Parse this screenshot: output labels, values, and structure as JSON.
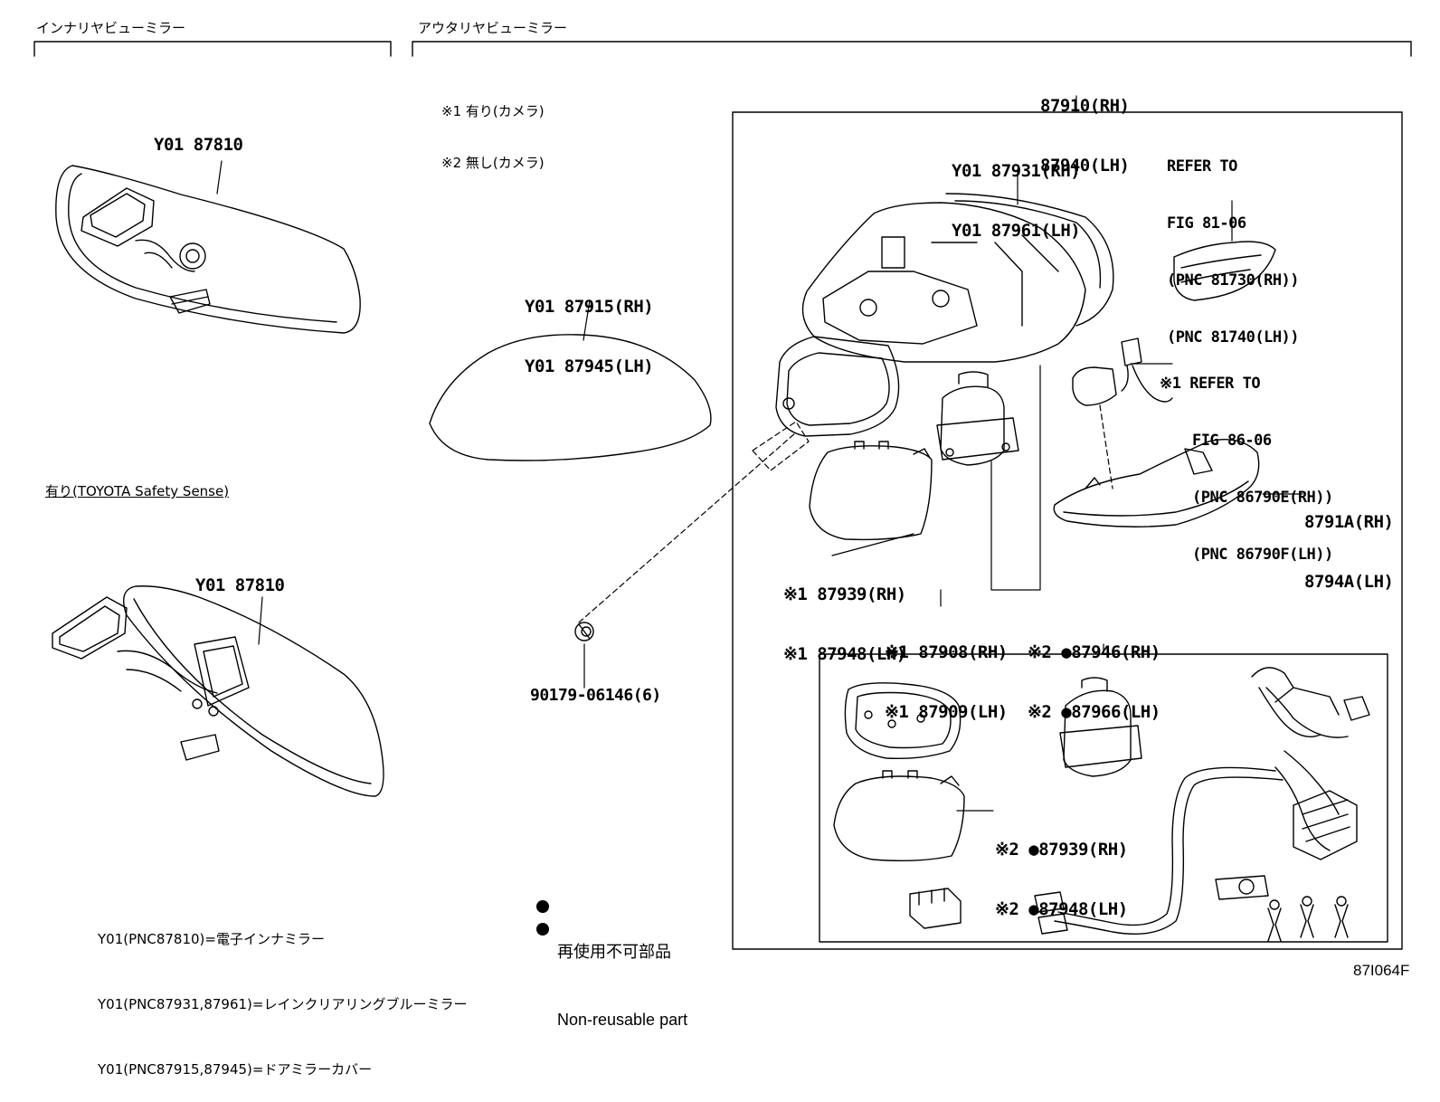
{
  "headers": {
    "inner": "インナリヤビューミラー",
    "outer": "アウタリヤビューミラー"
  },
  "camera_notes": [
    "※1 有り(カメラ)",
    "※2 無し(カメラ)"
  ],
  "safety_sense_label": "有り(TOYOTA Safety Sense)",
  "part_labels": {
    "inner_mirror_top": "Y01 87810",
    "inner_mirror_bottom": "Y01 87810",
    "mirror_cover": [
      "Y01 87915(RH)",
      "Y01 87945(LH)"
    ],
    "outer_assy": [
      "87910(RH)",
      "87940(LH)"
    ],
    "mirror_body": [
      "Y01 87931(RH)",
      "Y01 87961(LH)"
    ],
    "refer_fig_81": [
      "REFER TO",
      "FIG 81-06",
      "(PNC 81730(RH))",
      "(PNC 81740(LH))"
    ],
    "refer_fig_86": [
      "※1 REFER TO",
      "FIG 86-06",
      "(PNC 86790E(RH))",
      "(PNC 86790F(LH))"
    ],
    "turn_lamp": [
      "8791A(RH)",
      "8794A(LH)"
    ],
    "mirror_glass_cam": [
      "※1 87939(RH)",
      "※1 87948(LH)"
    ],
    "subassy_cam": [
      "※1 87908(RH)",
      "※1 87909(LH)"
    ],
    "subassy_nocam": [
      "※2 ●87946(RH)",
      "※2 ●87966(LH)"
    ],
    "mirror_glass_nocam": [
      "※2 ●87939(RH)",
      "※2 ●87948(LH)"
    ],
    "clip": "90179-06146(6)"
  },
  "footnotes": [
    "Y01(PNC87810)=電子インナミラー",
    "Y01(PNC87931,87961)=レインクリアリングブルーミラー",
    "Y01(PNC87915,87945)=ドアミラーカバー"
  ],
  "legend": {
    "marker": "●",
    "items": [
      "再使用不可部品",
      "Non-reusable part"
    ]
  },
  "figure_code": "87I064F"
}
